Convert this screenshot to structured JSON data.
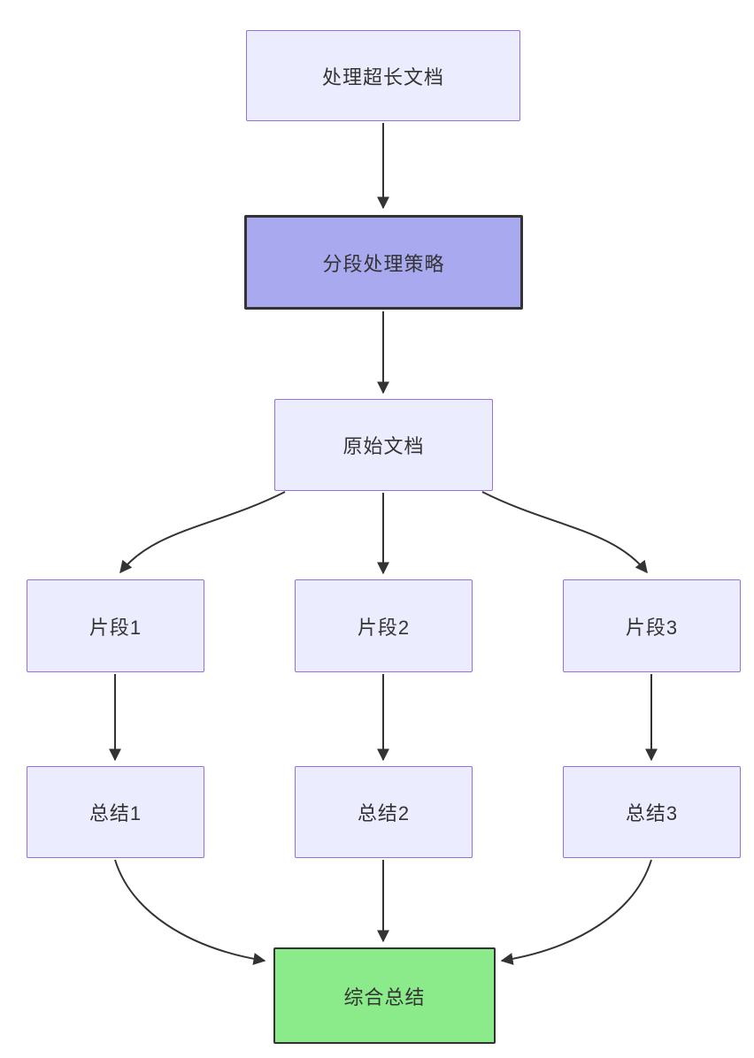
{
  "diagram": {
    "type": "flowchart",
    "direction": "top-down",
    "nodes": {
      "process_long_doc": {
        "label": "处理超长文档",
        "style": "default"
      },
      "strategy": {
        "label": "分段处理策略",
        "style": "highlight-purple"
      },
      "original_doc": {
        "label": "原始文档",
        "style": "default"
      },
      "segment1": {
        "label": "片段1",
        "style": "default"
      },
      "segment2": {
        "label": "片段2",
        "style": "default"
      },
      "segment3": {
        "label": "片段3",
        "style": "default"
      },
      "summary1": {
        "label": "总结1",
        "style": "default"
      },
      "summary2": {
        "label": "总结2",
        "style": "default"
      },
      "summary3": {
        "label": "总结3",
        "style": "default"
      },
      "final_summary": {
        "label": "综合总结",
        "style": "highlight-green"
      }
    },
    "edges": [
      {
        "from": "process_long_doc",
        "to": "strategy"
      },
      {
        "from": "strategy",
        "to": "original_doc"
      },
      {
        "from": "original_doc",
        "to": "segment1"
      },
      {
        "from": "original_doc",
        "to": "segment2"
      },
      {
        "from": "original_doc",
        "to": "segment3"
      },
      {
        "from": "segment1",
        "to": "summary1"
      },
      {
        "from": "segment2",
        "to": "summary2"
      },
      {
        "from": "segment3",
        "to": "summary3"
      },
      {
        "from": "summary1",
        "to": "final_summary"
      },
      {
        "from": "summary2",
        "to": "final_summary"
      },
      {
        "from": "summary3",
        "to": "final_summary"
      }
    ],
    "colors": {
      "node_fill": "#ECECFF",
      "node_border": "#9370DB",
      "highlight_fill": "#A9A9F0",
      "highlight_border": "#333333",
      "final_fill": "#8BEB8B",
      "final_border": "#333333",
      "edge_color": "#333333",
      "text_color": "#333333",
      "background": "#FFFFFF"
    }
  }
}
